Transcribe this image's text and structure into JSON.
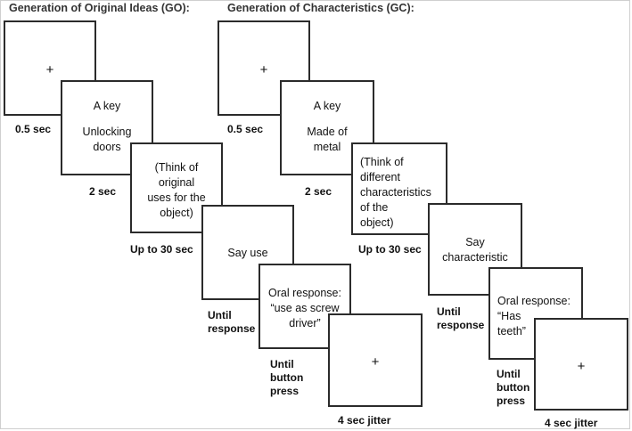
{
  "go": {
    "heading": "Generation of Original  Ideas (GO):",
    "fixation": "+",
    "cue_line1": "A key",
    "cue_line2": "Unlocking",
    "cue_line3": "doors",
    "think_line1": "(Think of",
    "think_line2": "original",
    "think_line3": "uses for the",
    "think_line4": "object)",
    "say": "Say use",
    "oral_line1": "Oral response:",
    "oral_line2": "“use as screw",
    "oral_line3": "driver”",
    "final_fixation": "+",
    "t_fixation": "0.5 sec",
    "t_cue": "2 sec",
    "t_think": "Up to 30 sec",
    "t_say_line1": "Until",
    "t_say_line2": "response",
    "t_oral_line1": "Until",
    "t_oral_line2": "button",
    "t_oral_line3": "press",
    "t_jitter": "4 sec jitter"
  },
  "gc": {
    "heading": "Generation of Characteristics (GC):",
    "fixation": "+",
    "cue_line1": "A key",
    "cue_line2": "Made of",
    "cue_line3": "metal",
    "think_line1": "(Think of",
    "think_line2": "different",
    "think_line3": "characteristics",
    "think_line4": "of the",
    "think_line5": "object)",
    "say_line1": "Say",
    "say_line2": "characteristic",
    "oral_line1": "Oral response:",
    "oral_line2": "“Has",
    "oral_line3": "teeth”",
    "final_fixation": "+",
    "t_fixation": "0.5 sec",
    "t_cue": "2 sec",
    "t_think": "Up to 30 sec",
    "t_say_line1": "Until",
    "t_say_line2": "response",
    "t_oral_line1": "Until",
    "t_oral_line2": "button",
    "t_oral_line3": "press",
    "t_jitter": "4 sec jitter"
  }
}
